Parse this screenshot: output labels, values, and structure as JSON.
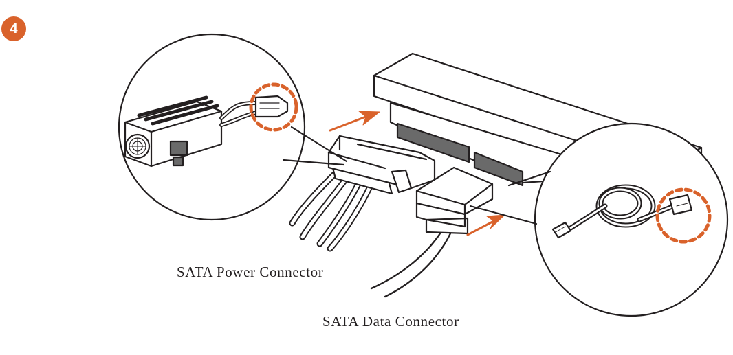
{
  "step": {
    "number": "4"
  },
  "labels": {
    "power": "SATA Power Connector",
    "data": "SATA Data Connector"
  },
  "colors": {
    "accent": "#d9622b",
    "line": "#231f20",
    "fill_dark": "#555555",
    "fill_light": "#ffffff"
  },
  "icons": [
    "power-supply-icon",
    "optical-drive-icon",
    "sata-cable-icon",
    "arrow-icon"
  ]
}
